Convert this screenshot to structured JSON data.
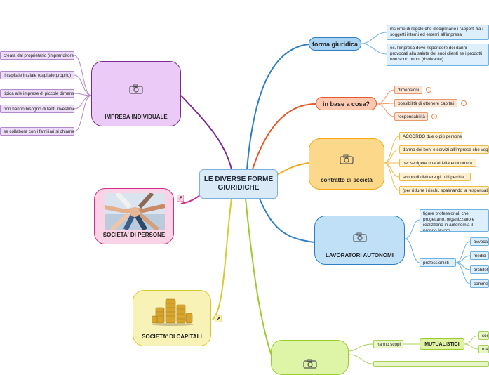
{
  "center": {
    "title": "LE DIVERSE FORME GIURIDICHE"
  },
  "forma_giuridica": {
    "label": "forma giuridica",
    "notes": [
      "insieme di regole che disciplinano i rapporti fra i soggetti interni ed esterni all'impresa",
      "es. l'impresa deve rispondere dei danni provocati alla salute dei suoi clienti se i prodotti non sono buoni (risolvante)"
    ]
  },
  "in_base": {
    "label": "in base a cosa?",
    "items": [
      "dimensioni",
      "possibilità di ottenere capitali",
      "responsabilità"
    ],
    "info_mark": "i"
  },
  "contratto": {
    "label": "contratto di società",
    "items": [
      "ACCORDO due o più persone",
      "danno dei beni e servizi all'impresa che vogliono",
      "per svolgere una attività economica",
      "scopo di dividere gli utili/perdite",
      "(per ridurre i rischi, spalmando la responsabilità)"
    ]
  },
  "lavoratori": {
    "label": "LAVORATORI AUTONOMI",
    "description": "figure professionali che progettano, organizzano e realizzano in autonomia il proprio lavoro",
    "professionisti": "professionisti",
    "jobs": [
      "avvocati",
      "medici",
      "architetti",
      "commercialisti"
    ]
  },
  "impresa": {
    "label": "IMPRESA INDIVIDUALE",
    "items": [
      "creata dal proprietario (imprenditore)",
      "il capitale iniziale (capitale proprio)",
      "tipica alle imprese di piccole dimensioni",
      "non hanno bisogno di tanti investimenti",
      "se collabora con i familiari si chiama"
    ]
  },
  "persone": {
    "label": "SOCIETA' DI PERSONE"
  },
  "capitali": {
    "label": "SOCIETA' DI CAPITALI"
  },
  "mutualistici": {
    "hanno_scopi": "hanno scopi",
    "label": "MUTUALISTICI",
    "items": [
      "soci",
      "ma"
    ]
  },
  "colors": {
    "purple": "#7a2d8f",
    "magenta": "#d42e8a",
    "olive": "#d6cb2e",
    "blue": "#2d7fc1",
    "orange": "#e35a2a",
    "gold": "#eeaa16",
    "green": "#9ccb2e"
  }
}
